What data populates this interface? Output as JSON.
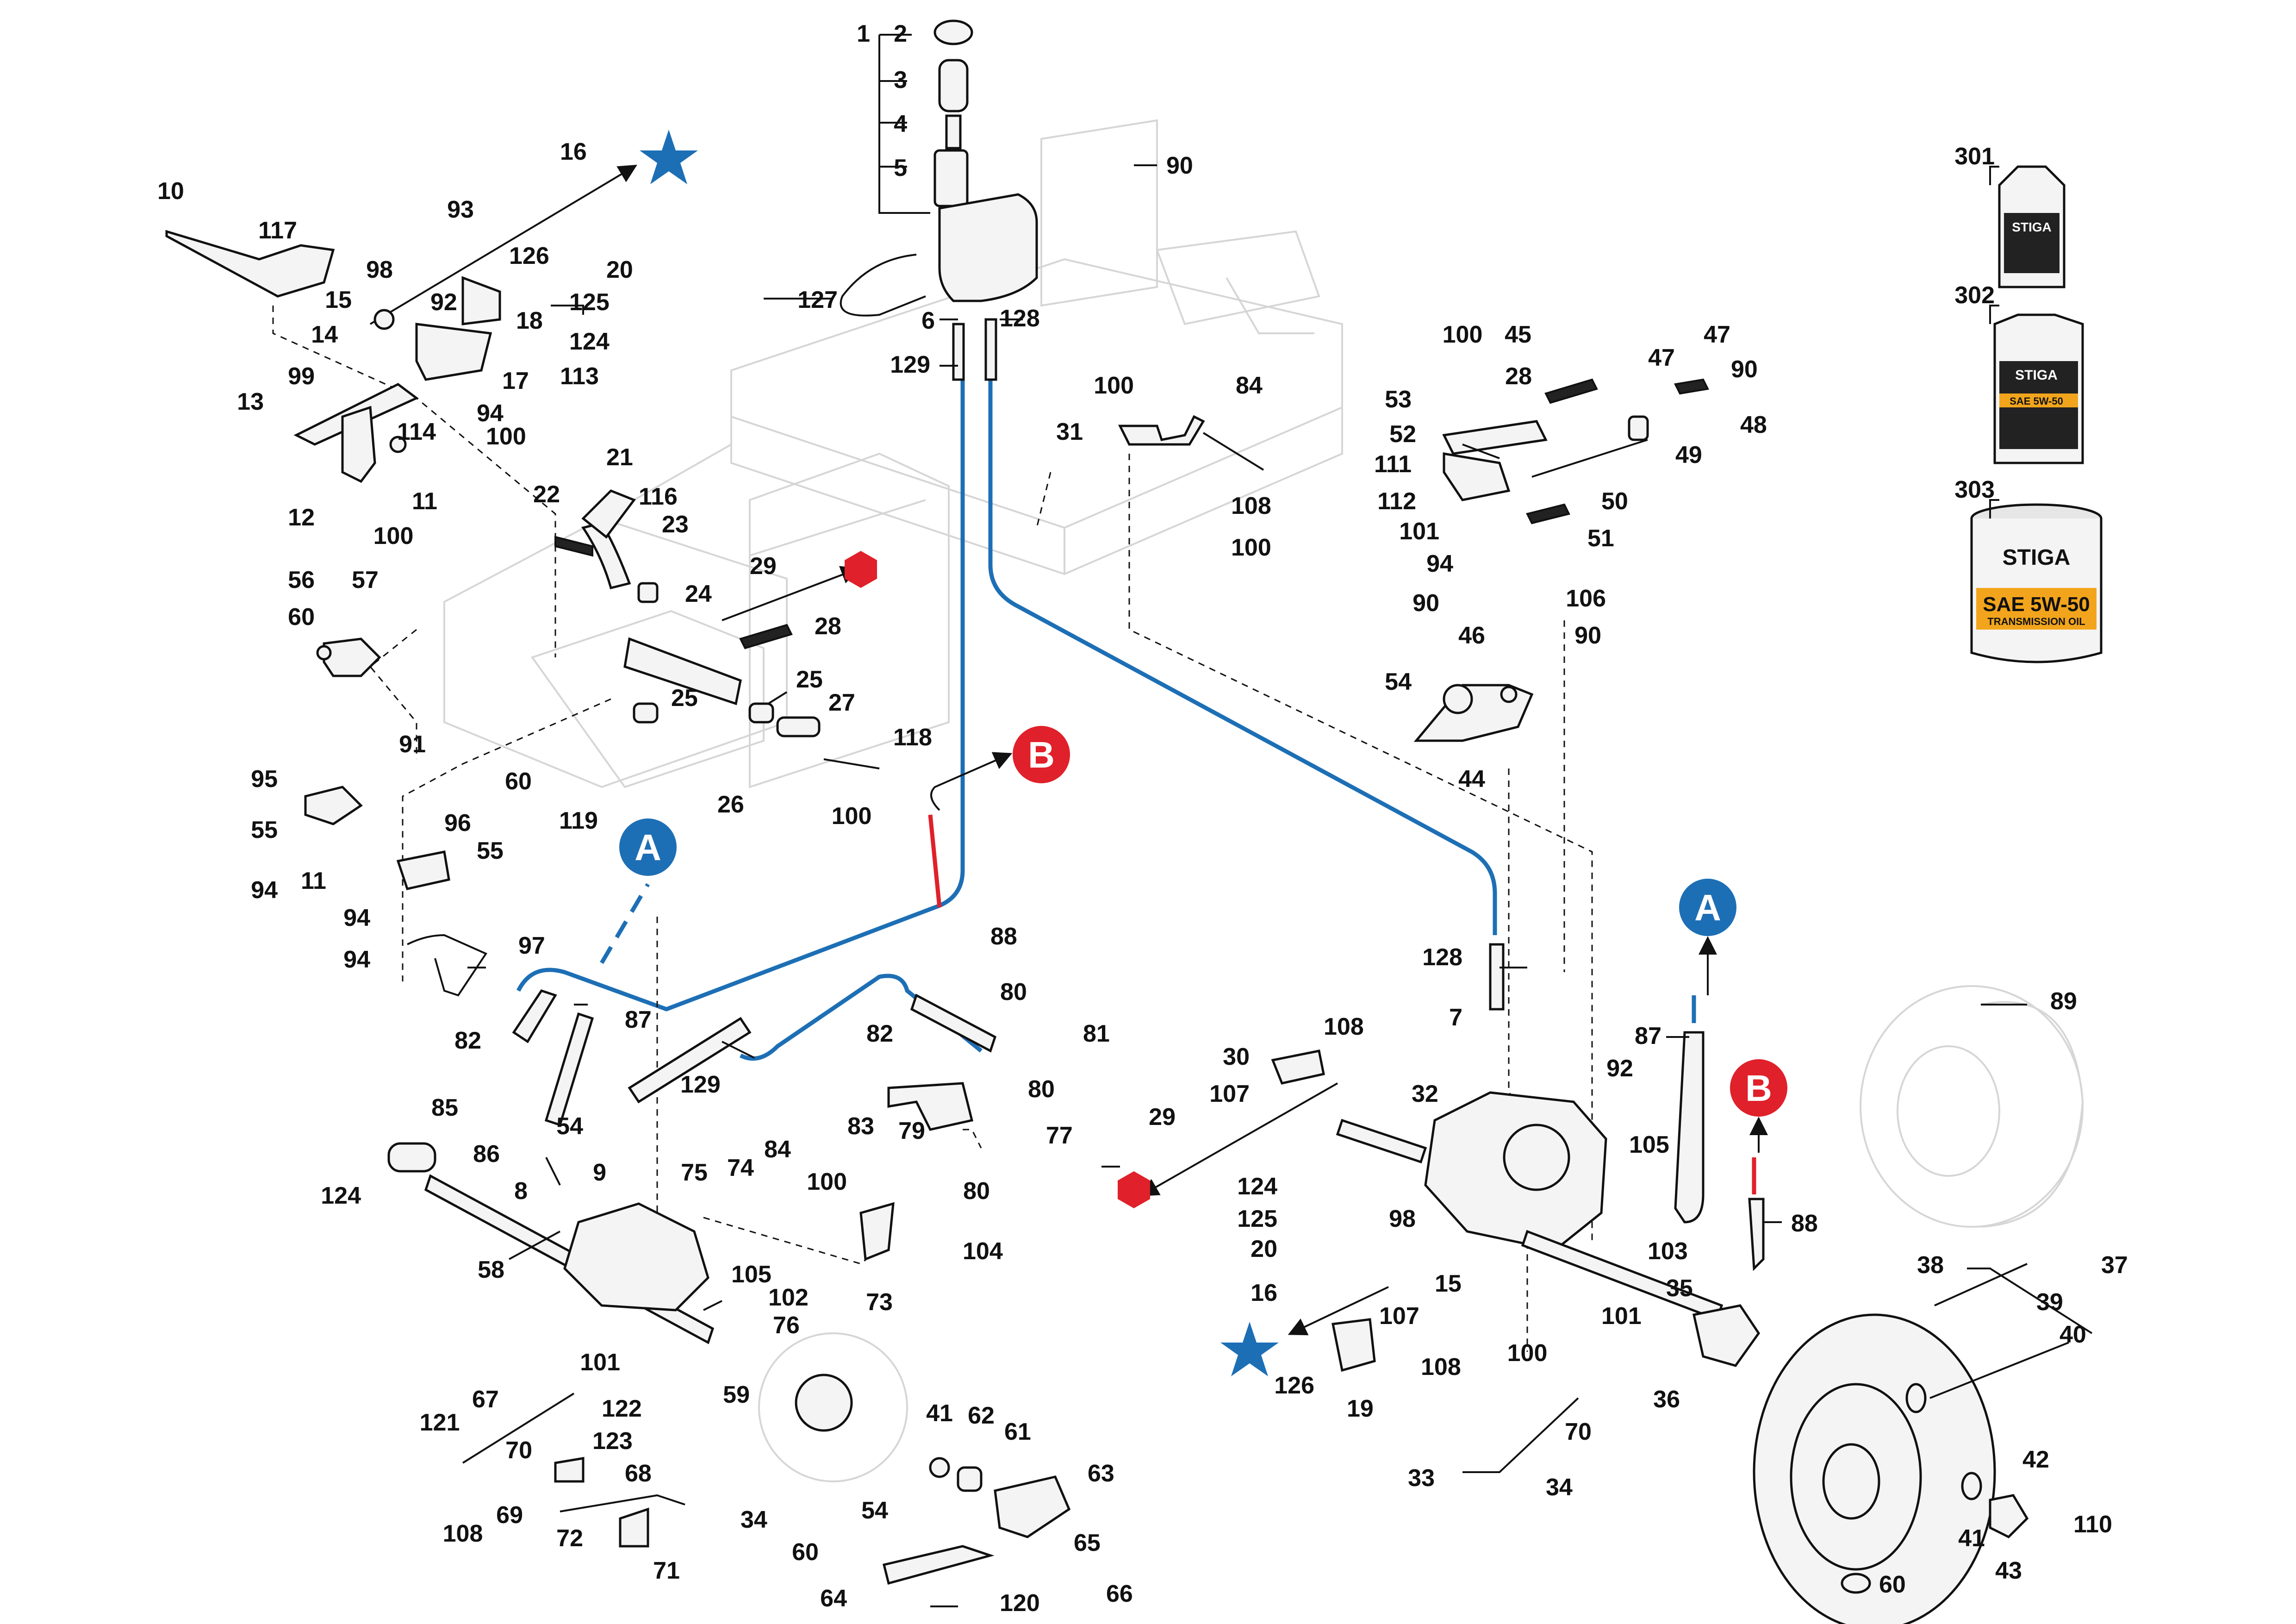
{
  "colors": {
    "hose": "#1d6fb5",
    "badge_a": "#1d6fb5",
    "badge_b": "#e0202a",
    "hex_marker": "#e0202a",
    "star": "#1d6fb5",
    "oil_amber": "#f2a51c"
  },
  "badges": {
    "a": "A",
    "b": "B"
  },
  "oil": {
    "brand": "STIGA",
    "product": "SAE 5W-50",
    "can_label": "TRANSMISSION OIL"
  },
  "labels": {
    "l1": "1",
    "l2": "2",
    "l3": "3",
    "l4": "4",
    "l5": "5",
    "l6": "6",
    "l7": "7",
    "l8": "8",
    "l9": "9",
    "l10": "10",
    "l11a": "11",
    "l11b": "11",
    "l12": "12",
    "l13": "13",
    "l14": "14",
    "l15a": "15",
    "l15b": "15",
    "l16a": "16",
    "l16b": "16",
    "l17": "17",
    "l18": "18",
    "l19": "19",
    "l20a": "20",
    "l20b": "20",
    "l21": "21",
    "l22": "22",
    "l23": "23",
    "l24": "24",
    "l25a": "25",
    "l25b": "25",
    "l26": "26",
    "l27": "27",
    "l28a": "28",
    "l28b": "28",
    "l29a": "29",
    "l29b": "29",
    "l30": "30",
    "l31": "31",
    "l32": "32",
    "l33": "33",
    "l34a": "34",
    "l34b": "34",
    "l35": "35",
    "l36": "36",
    "l37": "37",
    "l38": "38",
    "l39": "39",
    "l40": "40",
    "l41a": "41",
    "l41b": "41",
    "l42": "42",
    "l43": "43",
    "l44": "44",
    "l45": "45",
    "l46": "46",
    "l47a": "47",
    "l47b": "47",
    "l48": "48",
    "l49": "49",
    "l50": "50",
    "l51": "51",
    "l52": "52",
    "l53": "53",
    "l54a": "54",
    "l54b": "54",
    "l54c": "54",
    "l55a": "55",
    "l55b": "55",
    "l56": "56",
    "l57": "57",
    "l58": "58",
    "l59": "59",
    "l60a": "60",
    "l60b": "60",
    "l60c": "60",
    "l60d": "60",
    "l61": "61",
    "l62": "62",
    "l63": "63",
    "l64": "64",
    "l65": "65",
    "l66": "66",
    "l67": "67",
    "l68": "68",
    "l69": "69",
    "l70a": "70",
    "l70b": "70",
    "l71": "71",
    "l72": "72",
    "l73": "73",
    "l74": "74",
    "l75": "75",
    "l76": "76",
    "l77": "77",
    "l79": "79",
    "l80a": "80",
    "l80b": "80",
    "l80c": "80",
    "l81": "81",
    "l82a": "82",
    "l82b": "82",
    "l83": "83",
    "l84a": "84",
    "l84b": "84",
    "l85": "85",
    "l86": "86",
    "l87a": "87",
    "l87b": "87",
    "l88a": "88",
    "l88b": "88",
    "l89": "89",
    "l90a": "90",
    "l90b": "90",
    "l90c": "90",
    "l90d": "90",
    "l91": "91",
    "l92a": "92",
    "l92b": "92",
    "l93": "93",
    "l94a": "94",
    "l94b": "94",
    "l94c": "94",
    "l94d": "94",
    "l94e": "94",
    "l95": "95",
    "l96": "96",
    "l97": "97",
    "l98a": "98",
    "l98b": "98",
    "l99": "99",
    "l100a": "100",
    "l100b": "100",
    "l100c": "100",
    "l100d": "100",
    "l100e": "100",
    "l100f": "100",
    "l100g": "100",
    "l100h": "100",
    "l101a": "101",
    "l101b": "101",
    "l101c": "101",
    "l102": "102",
    "l103": "103",
    "l104": "104",
    "l105a": "105",
    "l105b": "105",
    "l106": "106",
    "l107a": "107",
    "l107b": "107",
    "l108a": "108",
    "l108b": "108",
    "l108c": "108",
    "l108d": "108",
    "l110": "110",
    "l111": "111",
    "l112": "112",
    "l113": "113",
    "l114": "114",
    "l116": "116",
    "l117": "117",
    "l118": "118",
    "l119": "119",
    "l120": "120",
    "l121": "121",
    "l122": "122",
    "l123": "123",
    "l124a": "124",
    "l124b": "124",
    "l124c": "124",
    "l125a": "125",
    "l125b": "125",
    "l126a": "126",
    "l126b": "126",
    "l127": "127",
    "l128a": "128",
    "l128b": "128",
    "l129a": "129",
    "l129b": "129",
    "l301": "301",
    "l302": "302",
    "l303": "303"
  }
}
